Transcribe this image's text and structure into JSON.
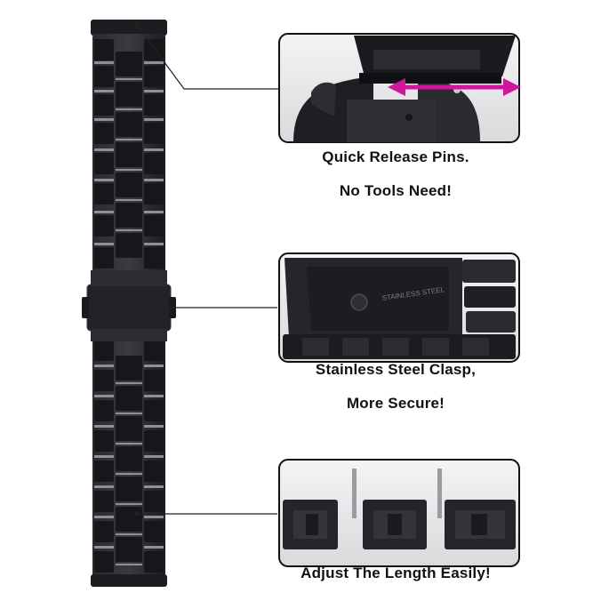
{
  "captions": {
    "quick_release_line1": "Quick Release Pins.",
    "quick_release_line2": "No Tools Need!",
    "clasp_line1": "Stainless Steel Clasp,",
    "clasp_line2": "More Secure!",
    "adjust_line1": "Adjust The Length Easily!"
  },
  "clasp_engraving": "STAINLESS STEEL",
  "colors": {
    "band": "#1f2024",
    "highlight": "#9a9ca2",
    "accent_arrow": "#d0169c"
  }
}
